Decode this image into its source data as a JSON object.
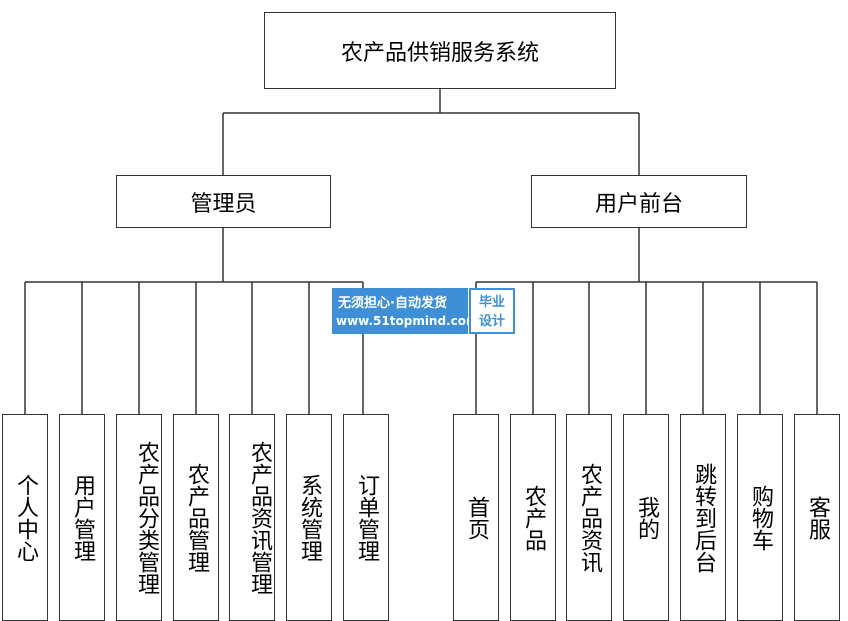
{
  "diagram": {
    "root": "农产品供销服务系统",
    "admin": {
      "title": "管理员",
      "items": [
        "个人中心",
        "用户管理",
        "农产品分类管理",
        "农产品管理",
        "农产品资讯管理",
        "系统管理",
        "订单管理"
      ]
    },
    "front": {
      "title": "用户前台",
      "items": [
        "首页",
        "农产品",
        "农产品资讯",
        "我的",
        "跳转到后台",
        "购物车",
        "客服"
      ]
    }
  },
  "watermark": {
    "line1": "无须担心·自动发货",
    "line2": "www.51topmind.com",
    "badge_line1": "毕业",
    "badge_line2": "设计",
    "color": "#3f8fd6"
  },
  "colors": {
    "line": "#333333",
    "box_border": "#333333"
  }
}
